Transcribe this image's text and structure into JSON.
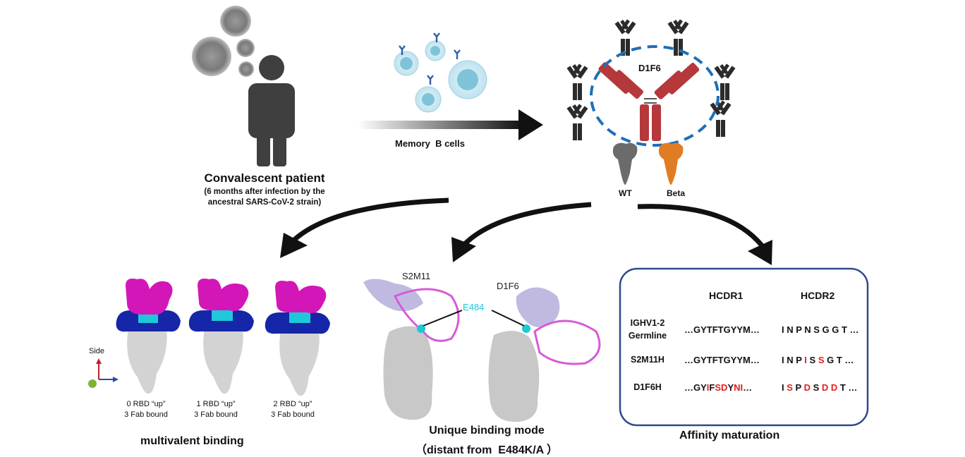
{
  "patient": {
    "title": "Convalescent patient",
    "subtitle_line1": "(6 months after infection by the",
    "subtitle_line2": "ancestral SARS-CoV-2 strain)"
  },
  "memory_b_cells": {
    "label": "Memory  B cells"
  },
  "antibody": {
    "name": "D1F6",
    "wt_label": "WT",
    "beta_label": "Beta"
  },
  "multivalent": {
    "side_label": "Side",
    "structures": [
      {
        "line1": "0 RBD “up”",
        "line2": "3 Fab bound"
      },
      {
        "line1": "1 RBD “up”",
        "line2": "3 Fab bound"
      },
      {
        "line1": "2 RBD “up”",
        "line2": "3 Fab bound"
      }
    ],
    "caption": "multivalent binding"
  },
  "binding_mode": {
    "left_label": "S2M11",
    "right_label": "D1F6",
    "residue_label": "E484",
    "caption_line1": "Unique binding mode",
    "caption_line2": "（distant from  E484K/A ）"
  },
  "affinity": {
    "col1": "HCDR1",
    "col2": "HCDR2",
    "rows": [
      {
        "name_line1": "IGHV1-2",
        "name_line2": "Germline",
        "hcdr1": [
          {
            "t": "…GYTFTGYYM…",
            "m": false
          }
        ],
        "hcdr2": [
          {
            "t": "I N P N S G G T …",
            "m": false
          }
        ]
      },
      {
        "name_line1": "S2M11H",
        "name_line2": "",
        "hcdr1": [
          {
            "t": "…GYTFTGYYM…",
            "m": false
          }
        ],
        "hcdr2": [
          {
            "t": "I N P ",
            "m": false
          },
          {
            "t": "I",
            "m": true
          },
          {
            "t": " S ",
            "m": false
          },
          {
            "t": "S",
            "m": true
          },
          {
            "t": " G T …",
            "m": false
          }
        ]
      },
      {
        "name_line1": "D1F6H",
        "name_line2": "",
        "hcdr1": [
          {
            "t": "…GY",
            "m": false
          },
          {
            "t": "I",
            "m": true
          },
          {
            "t": "F",
            "m": false
          },
          {
            "t": "SD",
            "m": true
          },
          {
            "t": "Y",
            "m": false
          },
          {
            "t": "NI",
            "m": true
          },
          {
            "t": "…",
            "m": false
          }
        ],
        "hcdr2": [
          {
            "t": "I ",
            "m": false
          },
          {
            "t": "S",
            "m": true
          },
          {
            "t": " P ",
            "m": false
          },
          {
            "t": "D",
            "m": true
          },
          {
            "t": " S ",
            "m": false
          },
          {
            "t": "D D",
            "m": true
          },
          {
            "t": " T …",
            "m": false
          }
        ]
      }
    ],
    "caption": "Affinity maturation"
  },
  "colors": {
    "person": "#3f3f3f",
    "antibody_red": "#b5383b",
    "antibody_gray": "#2b2b2b",
    "dashed_circle": "#1f6fb5",
    "wt_gray": "#6b6b6b",
    "beta_orange": "#e07d23",
    "fab_magenta": "#d316b8",
    "rbd_blue": "#1526a8",
    "cyan": "#1ec8d8",
    "box_border": "#2f4a8c",
    "mutation_red": "#e02020"
  }
}
